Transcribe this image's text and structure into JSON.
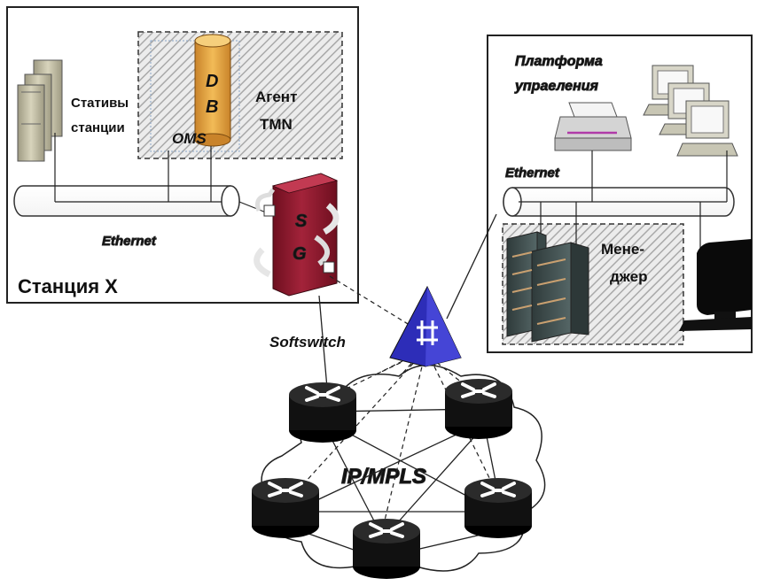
{
  "station": {
    "racks_label_line1": "Стативы",
    "racks_label_line2": "станции",
    "db_letter_top": "D",
    "db_letter_bottom": "B",
    "oms_label": "OMS",
    "agent_label_line1": "Агент",
    "agent_label_line2": "TMN",
    "ethernet_label": "Ethernet",
    "title": "Станция X",
    "sg_letter_top": "S",
    "sg_letter_bottom": "G"
  },
  "management": {
    "platform_label_line1": "Платформа",
    "platform_label_line2": "упраеления",
    "ethernet_label": "Ethernet",
    "manager_label_line1": "Мене-",
    "manager_label_line2": "джер"
  },
  "network": {
    "softswitch_label": "Softswitch",
    "core_label": "IP/MPLS"
  },
  "colors": {
    "sg_red": "#8b1a2b",
    "db_orange": "#e8a83a",
    "softswitch_blue": "#2d2db8",
    "router_black": "#111111",
    "hatch_gray": "#bdbdbd"
  }
}
